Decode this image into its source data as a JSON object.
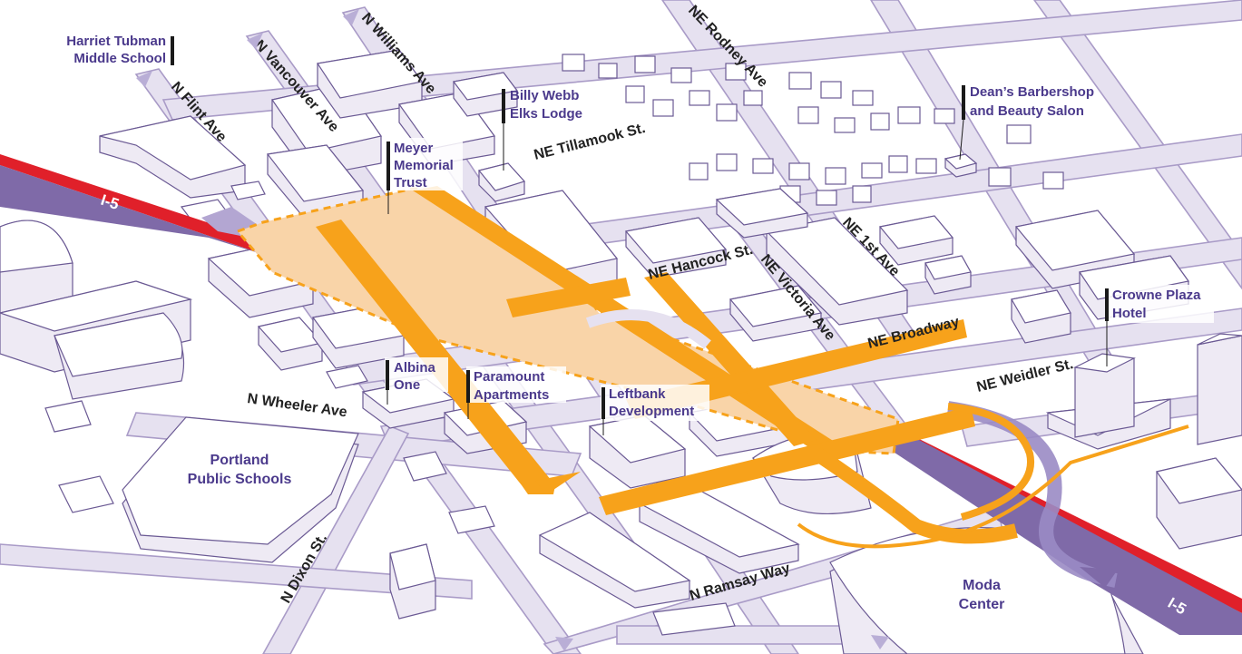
{
  "streets": {
    "n_flint_ave": "N Flint Ave",
    "n_vancouver_ave": "N Vancouver Ave",
    "n_williams_ave": "N Williams Ave",
    "ne_rodney_ave": "NE Rodney Ave",
    "ne_tillamook_st": "NE Tillamook St.",
    "ne_hancock_st": "NE Hancock St.",
    "ne_victoria_ave": "NE Victoria Ave",
    "ne_1st_ave": "NE 1st Ave",
    "ne_broadway": "NE Broadway",
    "ne_weidler_st": "NE Weidler St.",
    "n_wheeler_ave": "N Wheeler Ave",
    "n_dixon_st": "N Dixon St.",
    "n_ramsay_way": "N Ramsay Way"
  },
  "highway": {
    "north": "I-5",
    "south": "I-5"
  },
  "places": {
    "harriet_tubman": [
      "Harriet Tubman",
      "Middle School"
    ],
    "billy_webb": [
      "Billy Webb",
      "Elks Lodge"
    ],
    "deans": [
      "Dean’s Barbershop",
      "and Beauty Salon"
    ],
    "meyer": [
      "Meyer",
      "Memorial",
      "Trust"
    ],
    "crowne_plaza": [
      "Crowne Plaza",
      "Hotel"
    ],
    "albina_one": [
      "Albina",
      "One"
    ],
    "paramount": [
      "Paramount",
      "Apartments"
    ],
    "leftbank": [
      "Leftbank",
      "Development"
    ],
    "portland_public_schools": [
      "Portland",
      "Public Schools"
    ],
    "moda_center": [
      "Moda",
      "Center"
    ]
  },
  "colors": {
    "highway_purple": "#7f6aa8",
    "highway_red": "#e0202a",
    "project_orange": "#f7a21b",
    "project_area_fill": "#f9d4a8",
    "street_fill": "#e6e1f0",
    "building_stroke": "#6b5a94",
    "label_text": "#4b3a8c"
  }
}
